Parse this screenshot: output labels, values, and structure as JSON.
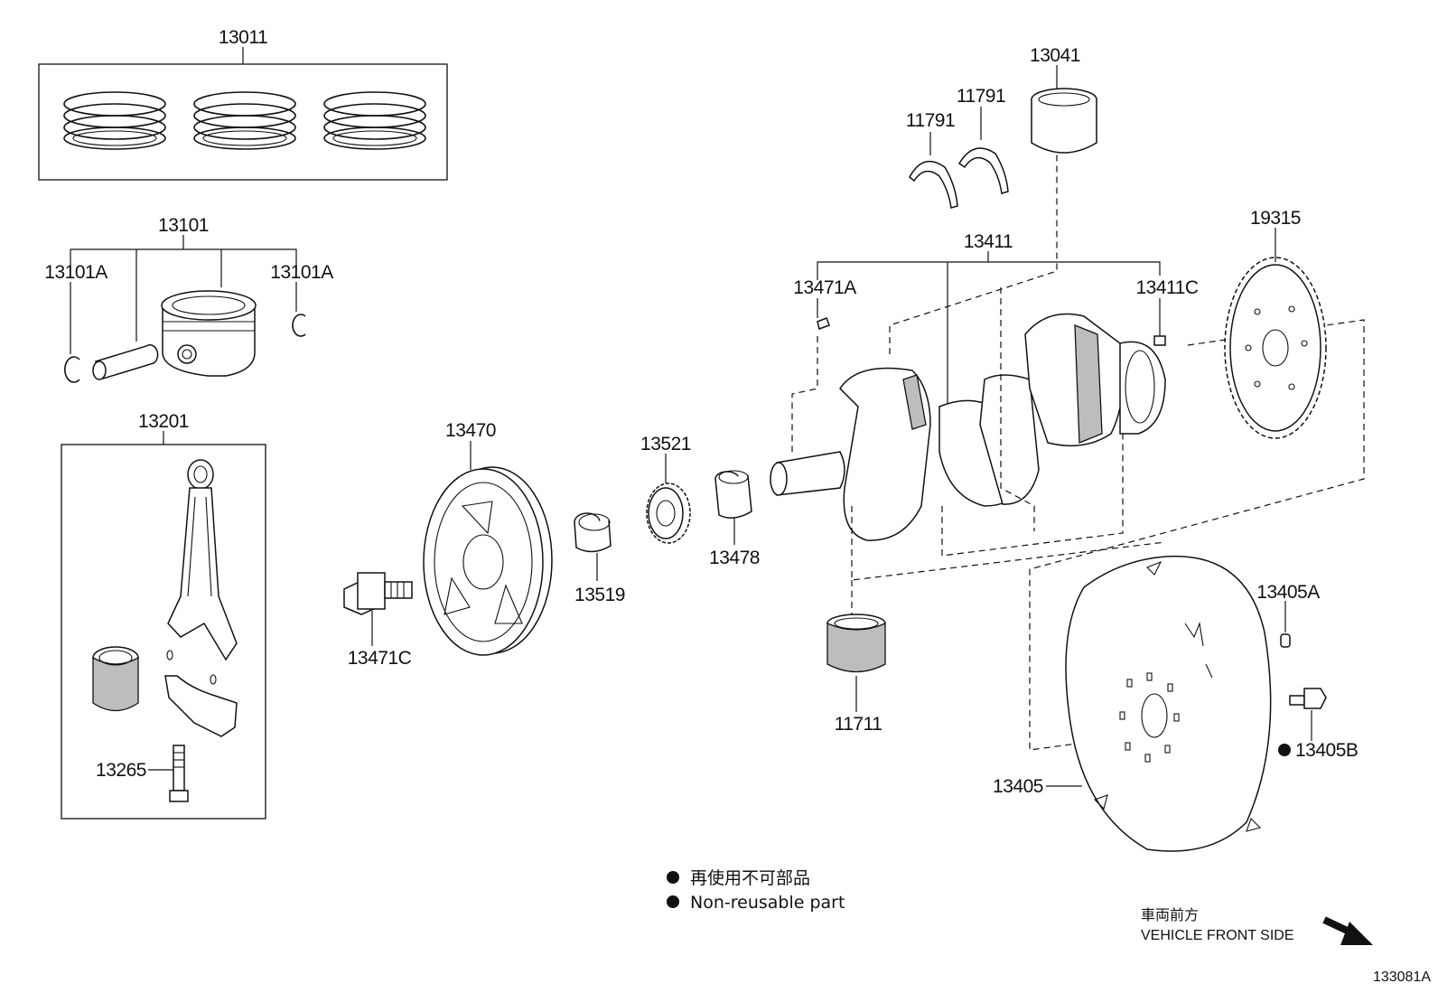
{
  "labels": {
    "p13011": "13011",
    "p13101": "13101",
    "p13101A_left": "13101A",
    "p13101A_right": "13101A",
    "p13201": "13201",
    "p13265": "13265",
    "p13470": "13470",
    "p13471C": "13471C",
    "p13519": "13519",
    "p13521": "13521",
    "p13478": "13478",
    "p13471A": "13471A",
    "p13411": "13411",
    "p13411C": "13411C",
    "p11791_left": "11791",
    "p11791_right": "11791",
    "p13041": "13041",
    "p19315": "19315",
    "p11711": "11711",
    "p13405A": "13405A",
    "p13405B": "13405B",
    "p13405": "13405"
  },
  "legend": {
    "jp": "再使用不可部品",
    "en": "Non-reusable part"
  },
  "direction": {
    "jp": "車両前方",
    "en": "VEHICLE FRONT SIDE"
  },
  "figure_id": "133081A",
  "colors": {
    "ink": "#111111",
    "shade": "#bdbdbd",
    "background": "#ffffff"
  }
}
